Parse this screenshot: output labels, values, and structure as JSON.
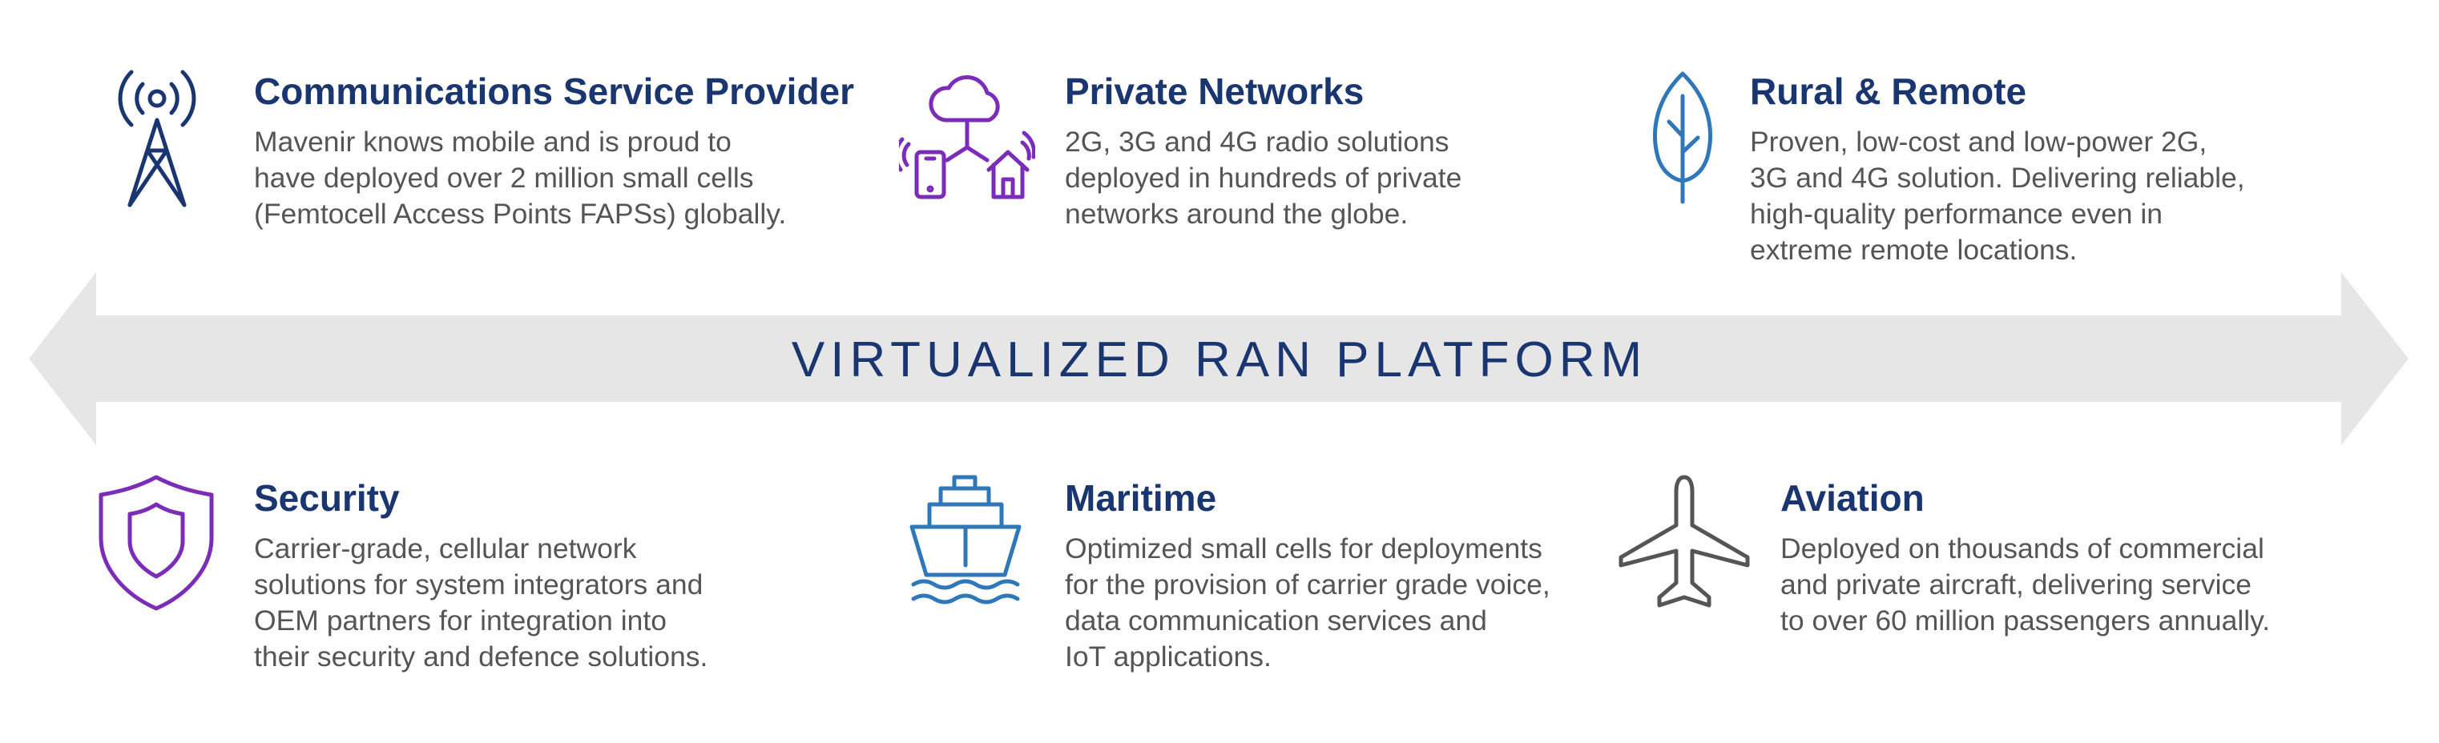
{
  "platform": {
    "title": "VIRTUALIZED RAN PLATFORM",
    "band_color": "#e6e6e6"
  },
  "colors": {
    "title": "#1a3670",
    "body_text": "#555555",
    "navy_icon": "#1a3670",
    "purple_icon": "#7b2cb8",
    "blue_icon": "#2e77b9",
    "gray_icon": "#555555"
  },
  "cards": [
    {
      "icon": "cell-tower-icon",
      "title": "Communications Service Provider",
      "description": "Mavenir knows mobile and is proud to\nhave deployed over 2 million small cells\n(Femtocell Access Points FAPSs) globally."
    },
    {
      "icon": "cloud-devices-icon",
      "title": "Private Networks",
      "description": "2G, 3G and 4G radio solutions\ndeployed in hundreds of private\nnetworks around the globe."
    },
    {
      "icon": "leaf-icon",
      "title": "Rural & Remote",
      "description": "Proven, low-cost and low-power 2G,\n3G and 4G solution. Delivering reliable,\nhigh-quality performance even in\nextreme remote locations."
    },
    {
      "icon": "shield-icon",
      "title": "Security",
      "description": "Carrier-grade, cellular network\nsolutions for system integrators and\nOEM partners for integration into\ntheir security and defence solutions."
    },
    {
      "icon": "ship-icon",
      "title": "Maritime",
      "description": "Optimized small cells for deployments\nfor the provision of carrier grade voice,\ndata communication services and\nIoT applications."
    },
    {
      "icon": "airplane-icon",
      "title": "Aviation",
      "description": "Deployed on thousands of commercial\nand private aircraft, delivering service\nto over 60 million passengers annually."
    }
  ]
}
